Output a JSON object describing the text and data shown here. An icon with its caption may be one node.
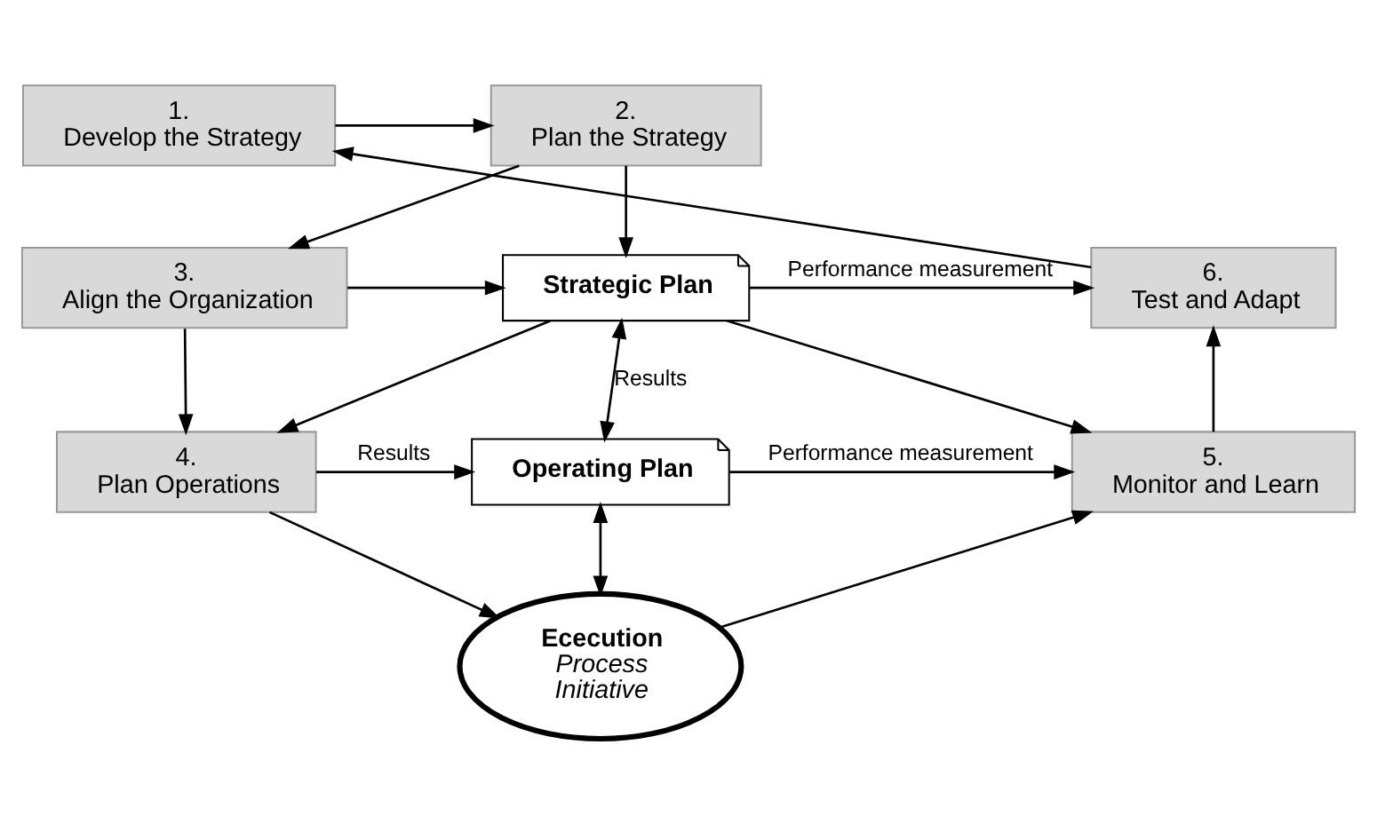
{
  "diagram": {
    "nodes": [
      {
        "text": [
          "1.",
          "Develop the Strategy"
        ]
      },
      {
        "text": [
          "2.",
          "Plan the Strategy"
        ]
      },
      {
        "text": [
          "3.",
          "Align the Organization"
        ]
      },
      {
        "text": [
          "Strategic Plan"
        ]
      },
      {
        "text": [
          "6.",
          "Test and Adapt"
        ]
      },
      {
        "text": [
          "4.",
          "Plan Operations"
        ]
      },
      {
        "text": [
          "Operating Plan"
        ]
      },
      {
        "text": [
          "5.",
          "Monitor and Learn"
        ]
      },
      {
        "text": [
          "Ececution",
          "Process",
          "Initiative"
        ]
      }
    ],
    "edges": [
      {
        "from": 0,
        "to": 1,
        "arrow": "to"
      },
      {
        "from": 1,
        "to": 2,
        "arrow": "to"
      },
      {
        "from": 2,
        "to": 5,
        "arrow": "to"
      },
      {
        "from": 1,
        "to": 3,
        "arrow": "to"
      },
      {
        "from": 2,
        "to": 3,
        "arrow": "to"
      },
      {
        "from": 3,
        "to": 5,
        "arrow": "to"
      },
      {
        "from": 3,
        "to": 4,
        "label": "Performance measurement",
        "arrow": "to"
      },
      {
        "from": 3,
        "to": 6,
        "label": "Results",
        "arrow": "both"
      },
      {
        "from": 5,
        "to": 6,
        "label": "Results",
        "arrow": "to"
      },
      {
        "from": 3,
        "to": 7,
        "arrow": "to"
      },
      {
        "from": 6,
        "to": 8,
        "arrow": "both"
      },
      {
        "from": 6,
        "to": 7,
        "label": "Performance measurement",
        "arrow": "to"
      },
      {
        "from": 5,
        "to": 8,
        "arrow": "to"
      },
      {
        "from": 8,
        "to": 7,
        "arrow": "to"
      },
      {
        "from": 7,
        "to": 4,
        "arrow": "to"
      },
      {
        "from": 4,
        "to": 0,
        "arrow": "to"
      }
    ]
  }
}
